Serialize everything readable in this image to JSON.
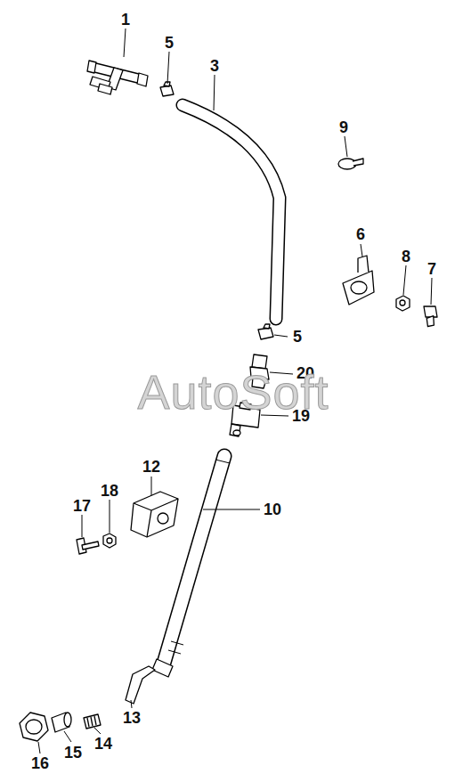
{
  "diagram": {
    "labels": [
      "1",
      "5",
      "3",
      "9",
      "6",
      "8",
      "7",
      "5",
      "20",
      "AutoSoft",
      "19",
      "12",
      "10",
      "17",
      "18",
      "13",
      "16",
      "15",
      "14"
    ]
  }
}
